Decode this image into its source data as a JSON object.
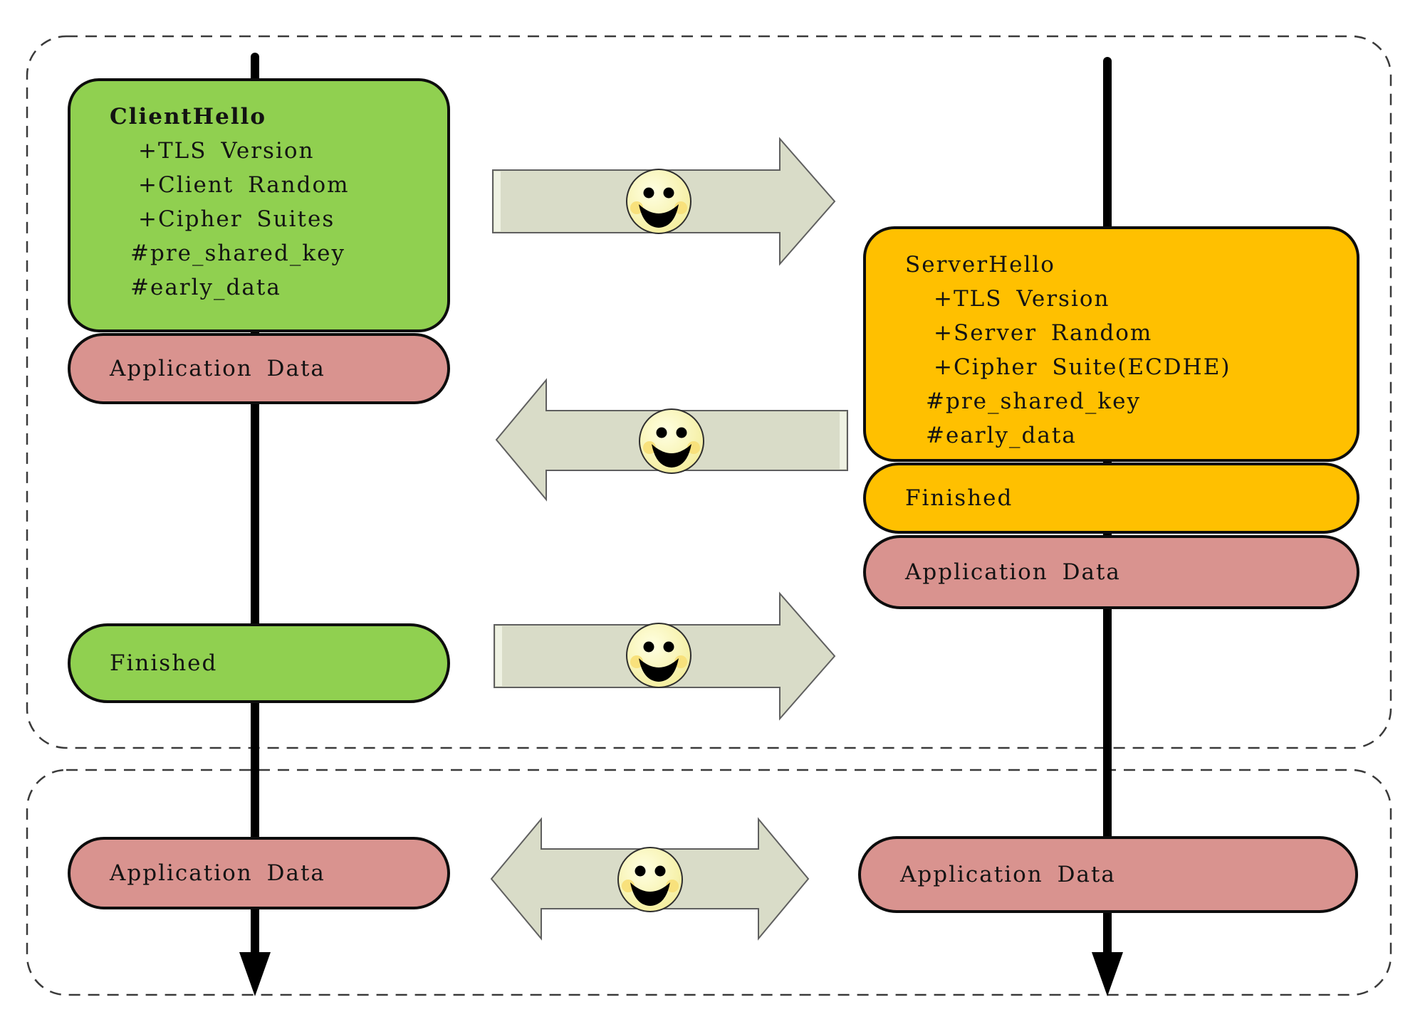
{
  "colors": {
    "client_box": "#90D050",
    "server_box": "#FFC000",
    "app_data_box": "#D9938F",
    "arrow_fill": "#D9DCC8",
    "smiley_fill": "#FBF7AE",
    "timeline": "#000000"
  },
  "icons": {
    "smiley": "smiley-face"
  },
  "handshake_phase": {
    "client_hello": {
      "title": "ClientHello",
      "lines": [
        "+TLS Version",
        "+Client Random",
        "+Cipher Suites",
        "#pre_shared_key",
        "#early_data"
      ]
    },
    "client_early_app_data": "Application Data",
    "client_finished": "Finished",
    "server_hello": {
      "title": "ServerHello",
      "lines": [
        "+TLS Version",
        "+Server Random",
        "+Cipher Suite(ECDHE)",
        "#pre_shared_key",
        "#early_data"
      ]
    },
    "server_finished": "Finished",
    "server_app_data": "Application Data"
  },
  "application_phase": {
    "client_app_data": "Application Data",
    "server_app_data": "Application Data"
  }
}
